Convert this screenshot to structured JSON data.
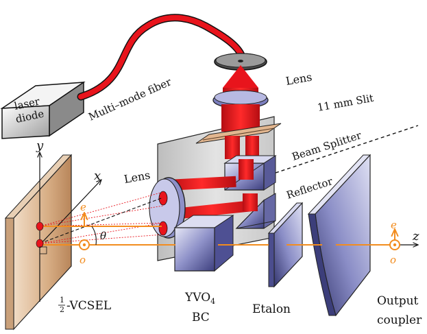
{
  "labels": {
    "laser_line1": "laser",
    "laser_line2": "diode",
    "fiber": "Multi–mode fiber",
    "lens_top": "Lens",
    "slit": "11 mm Slit",
    "beam_splitter": "Beam Splitter",
    "lens_left": "Lens",
    "reflector": "Reflector",
    "yvo4_line1": "YVO",
    "yvo4_sub": "4",
    "yvo4_line2": "BC",
    "etalon": "Etalon",
    "output_line1": "Output",
    "output_line2": "coupler",
    "vcsel_frac_num": "1",
    "vcsel_frac_den": "2",
    "vcsel_text": "-VCSEL"
  },
  "axes": {
    "y": "y",
    "x": "x",
    "z": "z",
    "theta": "θ",
    "e_left": "e",
    "o_left": "o",
    "e_right": "e",
    "o_right": "o"
  },
  "colors": {
    "orange": "#f28c1e",
    "laser_red": "#e8141c",
    "slab_tan": "#d9b48f",
    "glass": "#8c8fc8",
    "panel": "#cfcfcf"
  }
}
